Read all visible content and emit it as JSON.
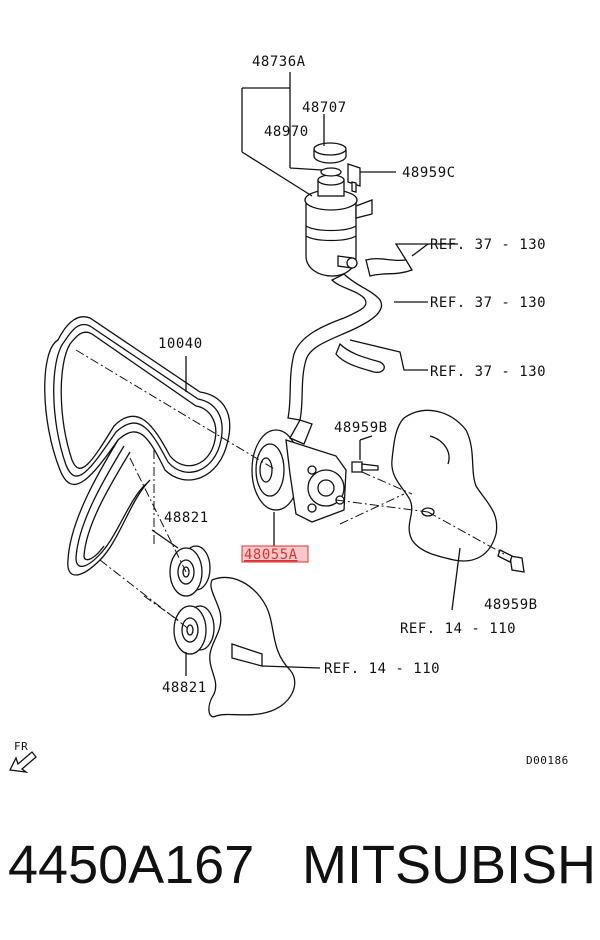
{
  "labels": {
    "reservoir_assy": "48736A",
    "cap": "48707",
    "oring": "48970",
    "bolt_top": "48959C",
    "ref_hose_1": "REF. 37 - 130",
    "ref_hose_2": "REF. 37 - 130",
    "ref_hose_3": "REF. 37 - 130",
    "belt": "10040",
    "bolt_mid": "48959B",
    "pulley_upper": "48821",
    "pump": "48055A",
    "bolt_right": "48959B",
    "ref_bracket_right": "REF. 14 - 110",
    "ref_bracket_left": "REF. 14 - 110",
    "pulley_lower": "48821",
    "front": "FR",
    "diagram_code": "D00186"
  },
  "footer": {
    "part_number": "4450A167",
    "brand": "MITSUBISHI"
  },
  "colors": {
    "highlight": "#e03030",
    "highlight_fill": "#f6caca",
    "ink": "#111111"
  }
}
